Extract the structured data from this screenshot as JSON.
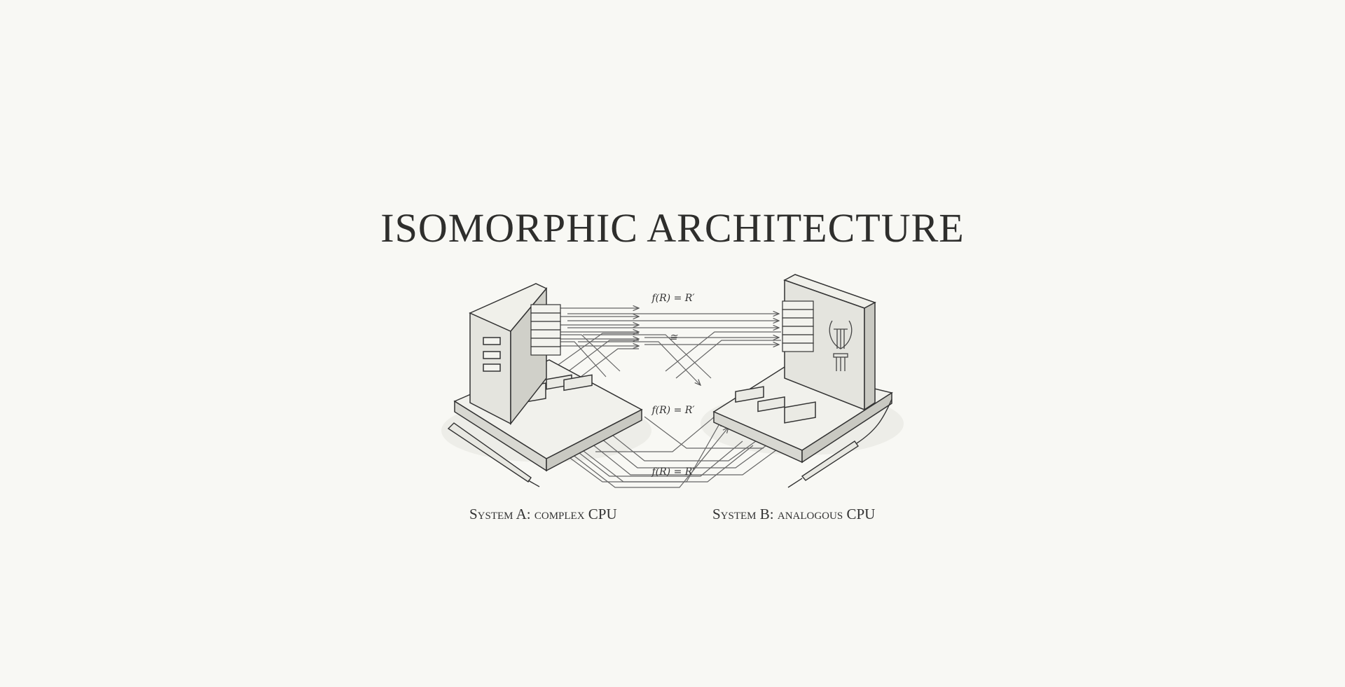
{
  "title": "ISOMORPHIC ARCHITECTURE",
  "diagram": {
    "formulas": [
      "f(R) = R′",
      "≅",
      "f(R) = R′",
      "f(R) = R′"
    ],
    "system_a_label": "System A: complex CPU",
    "system_b_label": "System B: analogous CPU",
    "icons": [
      "lyre-icon",
      "pen-icon",
      "probe-icon"
    ]
  },
  "colors": {
    "background": "#f8f8f4",
    "ink": "#2b2b2b"
  }
}
